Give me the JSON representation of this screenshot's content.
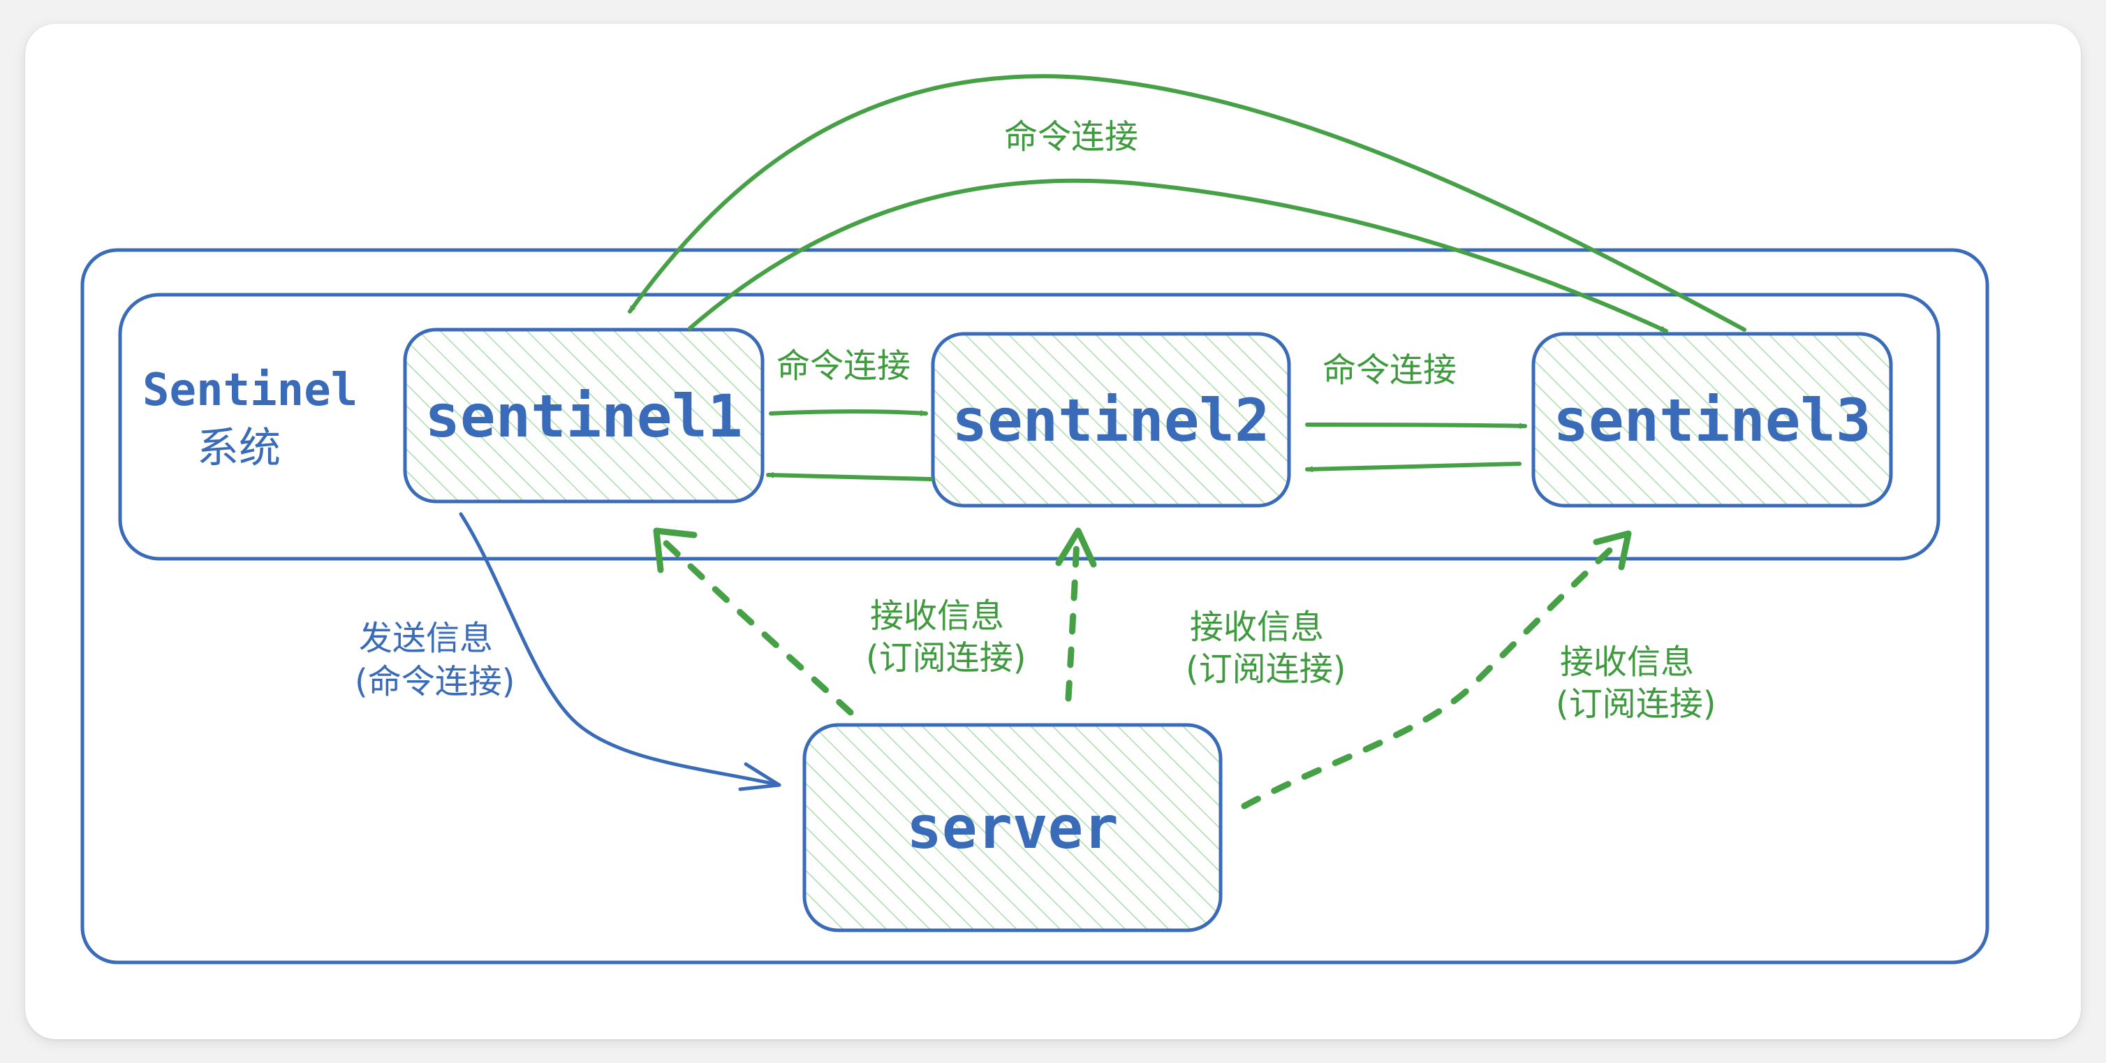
{
  "diagram": {
    "group": {
      "label_en": "Sentinel",
      "label_cn": "系统"
    },
    "nodes": {
      "sentinel1": "sentinel1",
      "sentinel2": "sentinel2",
      "sentinel3": "sentinel3",
      "server": "server"
    },
    "edges": {
      "top_arc": "命令连接",
      "s1_s2": "命令连接",
      "s2_s3": "命令连接",
      "s1_server": {
        "line1": "发送信息",
        "line2": "(命令连接)"
      },
      "server_s1_s2": {
        "line1": "接收信息",
        "line2": "(订阅连接)"
      },
      "server_s2": {
        "line1": "接收信息",
        "line2": "(订阅连接)"
      },
      "server_s3": {
        "line1": "接收信息",
        "line2": "(订阅连接)"
      }
    },
    "colors": {
      "blue": "#3a6bb8",
      "green": "#46a046",
      "fill": "#cdeccd"
    }
  }
}
